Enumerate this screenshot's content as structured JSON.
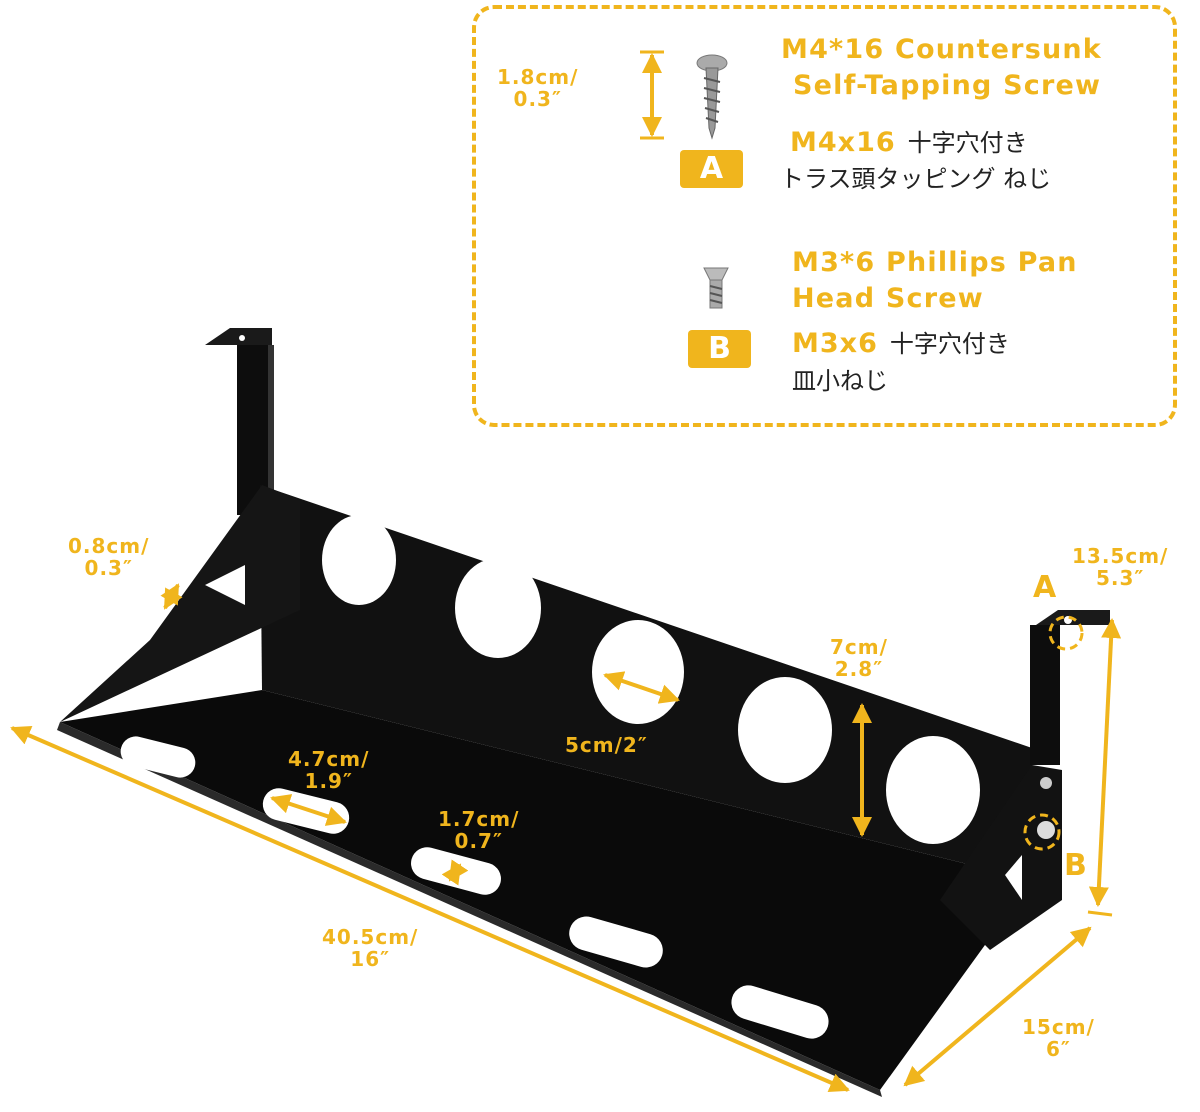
{
  "parts": {
    "screw_a": {
      "tag": "A",
      "dimension": [
        "1.8cm/",
        "0.3″"
      ],
      "name_en": [
        "M4*16 Countersunk",
        "Self-Tapping Screw"
      ],
      "code_jp": "M4x16",
      "name_jp": [
        "十字穴付き",
        "トラス頭タッピング ねじ"
      ]
    },
    "screw_b": {
      "tag": "B",
      "name_en": [
        "M3*6 Phillips Pan",
        "Head Screw"
      ],
      "code_jp": "M3x6",
      "name_jp": [
        "十字穴付き",
        "皿小ねじ"
      ]
    }
  },
  "dimensions": {
    "flange": [
      "0.8cm/",
      "0.3″"
    ],
    "height": [
      "13.5cm/",
      "5.3″"
    ],
    "wall": [
      "7cm/",
      "2.8″"
    ],
    "hole": "5cm/2″",
    "slot_length": [
      "4.7cm/",
      "1.9″"
    ],
    "slot_width": [
      "1.7cm/",
      "0.7″"
    ],
    "length": [
      "40.5cm/",
      "16″"
    ],
    "depth": [
      "15cm/",
      "6″"
    ]
  },
  "markers": {
    "a": "A",
    "b": "B"
  },
  "colors": {
    "accent": "#f0b51d",
    "tray": "#111111",
    "text": "#222222"
  }
}
